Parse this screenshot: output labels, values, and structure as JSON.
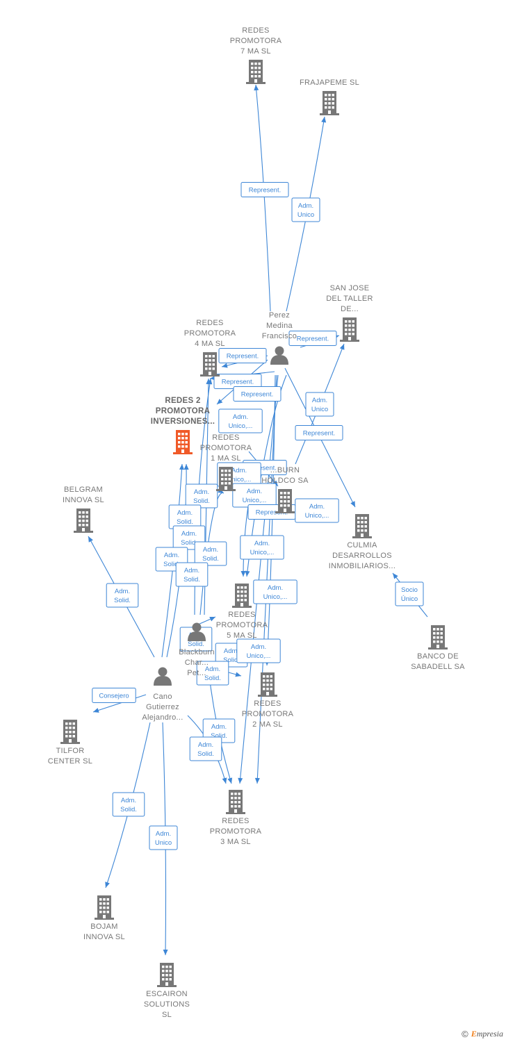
{
  "colors": {
    "edge": "#3d86d6",
    "company": "#777777",
    "focus_company": "#f05a28",
    "person": "#777777",
    "text": "#777777"
  },
  "nodes": [
    {
      "id": "rp7",
      "type": "company",
      "lines": [
        "REDES",
        "PROMOTORA",
        "7 MA  SL"
      ]
    },
    {
      "id": "fraj",
      "type": "company",
      "lines": [
        "FRAJAPEME SL"
      ]
    },
    {
      "id": "sanjose",
      "type": "company",
      "lines": [
        "SAN JOSE",
        "DEL TALLER",
        "DE..."
      ]
    },
    {
      "id": "perez",
      "type": "person",
      "lines": [
        "Perez",
        "Medina",
        "Francisco"
      ]
    },
    {
      "id": "rp4",
      "type": "company",
      "lines": [
        "REDES",
        "PROMOTORA",
        "4 MA  SL"
      ]
    },
    {
      "id": "redes2",
      "type": "company_focus",
      "lines": [
        "REDES 2",
        "PROMOTORA",
        "INVERSIONES..."
      ]
    },
    {
      "id": "rp1",
      "type": "company",
      "lines": [
        "REDES",
        "PROMOTORA",
        "1 MA  SL"
      ]
    },
    {
      "id": "holdco",
      "type": "company",
      "lines": [
        "...BURN",
        "HOLDCO SA"
      ]
    },
    {
      "id": "belgram",
      "type": "company",
      "lines": [
        "BELGRAM",
        "INNOVA  SL"
      ]
    },
    {
      "id": "culmia",
      "type": "company",
      "lines": [
        "CULMIA",
        "DESARROLLOS",
        "INMOBILIARIOS..."
      ]
    },
    {
      "id": "rp5",
      "type": "company",
      "lines": [
        "REDES",
        "PROMOTORA",
        "5 MA  SL"
      ]
    },
    {
      "id": "sabadell",
      "type": "company",
      "lines": [
        "BANCO DE",
        "SABADELL SA"
      ]
    },
    {
      "id": "blackburn",
      "type": "person",
      "lines": [
        "Blackburn",
        "Char...",
        "Pet..."
      ]
    },
    {
      "id": "cano",
      "type": "person",
      "lines": [
        "Cano",
        "Gutierrez",
        "Alejandro..."
      ]
    },
    {
      "id": "rp2",
      "type": "company",
      "lines": [
        "REDES",
        "PROMOTORA",
        "2 MA  SL"
      ]
    },
    {
      "id": "tilfor",
      "type": "company",
      "lines": [
        "TILFOR",
        "CENTER  SL"
      ]
    },
    {
      "id": "rp3",
      "type": "company",
      "lines": [
        "REDES",
        "PROMOTORA",
        "3 MA  SL"
      ]
    },
    {
      "id": "bojam",
      "type": "company",
      "lines": [
        "BOJAM",
        "INNOVA  SL"
      ]
    },
    {
      "id": "escairon",
      "type": "company",
      "lines": [
        "ESCAIRON",
        "SOLUTIONS",
        "SL"
      ]
    }
  ],
  "edge_labels": [
    {
      "id": "e1",
      "lines": [
        "Represent."
      ]
    },
    {
      "id": "e2",
      "lines": [
        "Adm.",
        "Unico"
      ]
    },
    {
      "id": "e3",
      "lines": [
        "Represent."
      ]
    },
    {
      "id": "e4",
      "lines": [
        "Represent."
      ]
    },
    {
      "id": "e5",
      "lines": [
        "Represent."
      ]
    },
    {
      "id": "e6",
      "lines": [
        "Represent."
      ]
    },
    {
      "id": "e7",
      "lines": [
        "Adm.",
        "Unico"
      ]
    },
    {
      "id": "e8",
      "lines": [
        "Adm.",
        "Unico,..."
      ]
    },
    {
      "id": "e9",
      "lines": [
        "Represent."
      ]
    },
    {
      "id": "e10",
      "lines": [
        "...esent."
      ]
    },
    {
      "id": "e11",
      "lines": [
        "Adm.",
        "Unico,..."
      ]
    },
    {
      "id": "e12",
      "lines": [
        "Adm.",
        "Unico,..."
      ]
    },
    {
      "id": "e13",
      "lines": [
        "Represent."
      ]
    },
    {
      "id": "e14",
      "lines": [
        "Adm.",
        "Unico,..."
      ]
    },
    {
      "id": "e15",
      "lines": [
        "Adm.",
        "Solid."
      ]
    },
    {
      "id": "e16",
      "lines": [
        "Adm.",
        "Solid."
      ]
    },
    {
      "id": "e17",
      "lines": [
        "Adm.",
        "Solid."
      ]
    },
    {
      "id": "e18",
      "lines": [
        "Adm.",
        "Solid."
      ]
    },
    {
      "id": "e19",
      "lines": [
        "Adm.",
        "Solid."
      ]
    },
    {
      "id": "e20",
      "lines": [
        "Adm.",
        "Solid."
      ]
    },
    {
      "id": "e21",
      "lines": [
        "Adm.",
        "Unico,..."
      ]
    },
    {
      "id": "e22",
      "lines": [
        "Adm.",
        "Solid."
      ]
    },
    {
      "id": "e23",
      "lines": [
        "Adm.",
        "Unico,..."
      ]
    },
    {
      "id": "e24",
      "lines": [
        "Socio",
        "Único"
      ]
    },
    {
      "id": "e25",
      "lines": [
        "Adm.",
        "Solid."
      ]
    },
    {
      "id": "e26",
      "lines": [
        "Adm.",
        "Solid."
      ]
    },
    {
      "id": "e27",
      "lines": [
        "Adm.",
        "Unico,..."
      ]
    },
    {
      "id": "e28",
      "lines": [
        "Adm.",
        "Solid."
      ]
    },
    {
      "id": "e29",
      "lines": [
        "Consejero"
      ]
    },
    {
      "id": "e30",
      "lines": [
        "Adm.",
        "Solid."
      ]
    },
    {
      "id": "e31",
      "lines": [
        "Adm.",
        "Solid."
      ]
    },
    {
      "id": "e32",
      "lines": [
        "Adm.",
        "Solid."
      ]
    },
    {
      "id": "e33",
      "lines": [
        "Adm.",
        "Unico"
      ]
    }
  ],
  "footer": {
    "copyright": "©",
    "brand_initial": "E",
    "brand_rest": "mpresia"
  }
}
